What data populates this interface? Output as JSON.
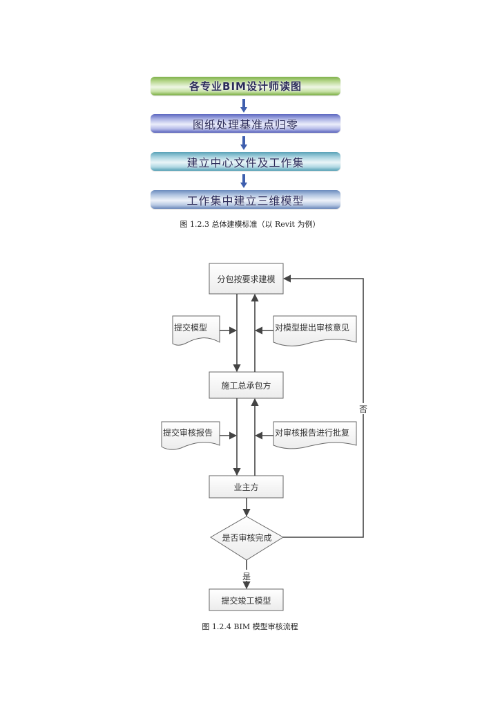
{
  "figure1": {
    "steps": [
      "各专业BIM设计师读图",
      "图纸处理基准点归零",
      "建立中心文件及工作集",
      "工作集中建立三维模型"
    ],
    "caption": "图 1.2.3  总体建模标准（以 Revit 为例）",
    "colors": {
      "green": "#7fb04a",
      "indigo": "#5c67bf",
      "teal": "#5aa3b8",
      "steel": "#6b8bbd",
      "arrow": "#3f5fae"
    }
  },
  "figure2": {
    "process_boxes": {
      "subcontractor": "分包按要求建模",
      "general_contractor": "施工总承包方",
      "owner": "业主方",
      "submit_final": "提交竣工模型"
    },
    "documents": {
      "submit_model": "提交模型",
      "review_comments": "对模型提出审核意见",
      "submit_report": "提交审核报告",
      "approve_report": "对审核报告进行批复"
    },
    "decision": "是否审核完成",
    "labels": {
      "yes": "是",
      "no": "否"
    },
    "caption": "图 1.2.4 BIM 模型审核流程"
  }
}
